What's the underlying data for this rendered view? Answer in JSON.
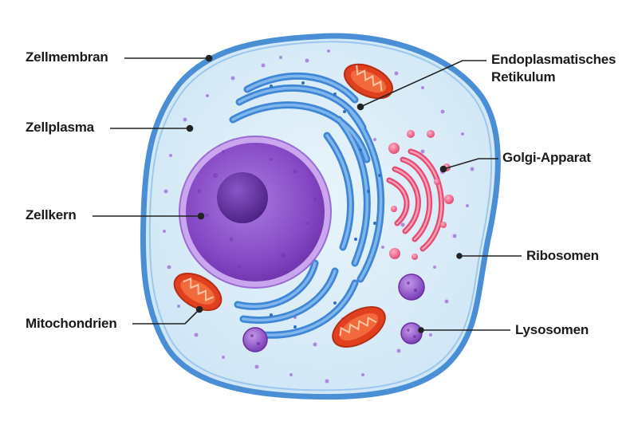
{
  "labels": {
    "zellmembran": "Zellmembran",
    "zellplasma": "Zellplasma",
    "zellkern": "Zellkern",
    "mitochondrien": "Mitochondrien",
    "er_line1": "Endoplasmatisches",
    "er_line2": "Retikulum",
    "golgi": "Golgi-Apparat",
    "ribosomen": "Ribosomen",
    "lysosomen": "Lysosomen"
  },
  "colors": {
    "membrane": "#4a8fd6",
    "cytoplasm": "#d9ecf7",
    "nucleus_outer": "#b48be0",
    "nucleus_inner": "#8a4fc9",
    "nucleolus": "#5b2a94",
    "er": "#3f86d6",
    "golgi": "#ea5a7e",
    "mitochondria": "#e0401f",
    "lysosome": "#9a5fcf",
    "ribosome": "#a06ad6",
    "leader_line": "#222222"
  },
  "icons": {
    "cell": "animal-cell-icon"
  }
}
